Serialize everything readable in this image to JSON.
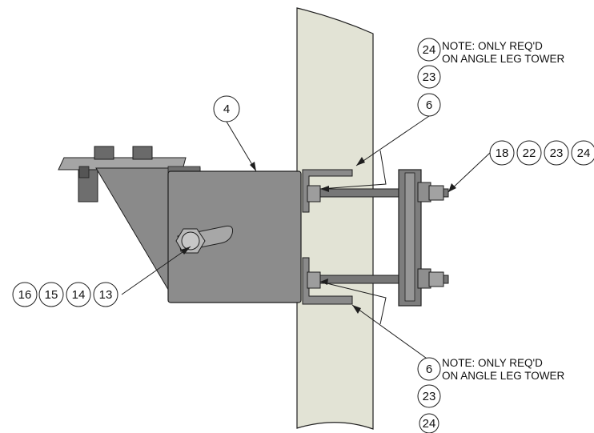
{
  "balloons": {
    "b_top_24": "24",
    "b_top_23": "23",
    "b_top_6": "6",
    "b_4": "4",
    "b_right_18": "18",
    "b_right_22": "22",
    "b_right_23": "23",
    "b_right_24": "24",
    "b_left_16": "16",
    "b_left_15": "15",
    "b_left_14": "14",
    "b_left_13": "13",
    "b_bot_6": "6",
    "b_bot_23": "23",
    "b_bot_24": "24"
  },
  "notes": {
    "top_line1": "NOTE: ONLY REQ'D",
    "top_line2": "ON ANGLE LEG TOWER",
    "bottom_line1": "NOTE: ONLY REQ'D",
    "bottom_line2": "ON ANGLE LEG TOWER"
  },
  "colors": {
    "pipe": "#e2e3d5",
    "steel": "#8a8a8a",
    "steel_dark": "#5c5c5c",
    "steel_light": "#a5a5a5",
    "outline": "#1e1e1e"
  }
}
